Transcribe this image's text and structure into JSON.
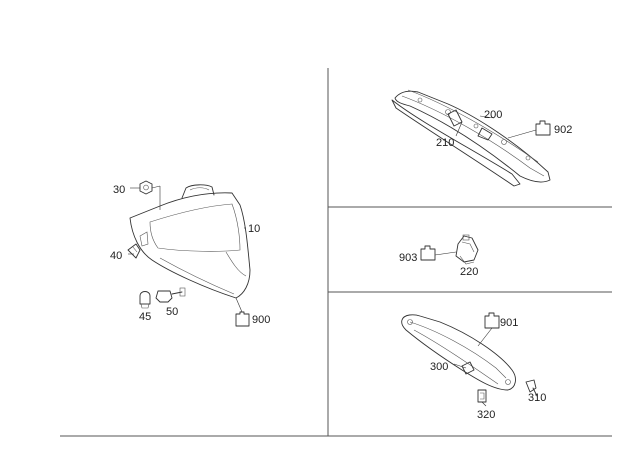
{
  "diagram": {
    "labels": {
      "l10": "10",
      "l30": "30",
      "l40": "40",
      "l45": "45",
      "l50": "50",
      "l900": "900",
      "l200": "200",
      "l210": "210",
      "l902": "902",
      "l903": "903",
      "l220": "220",
      "l901": "901",
      "l300": "300",
      "l310": "310",
      "l320": "320"
    }
  }
}
